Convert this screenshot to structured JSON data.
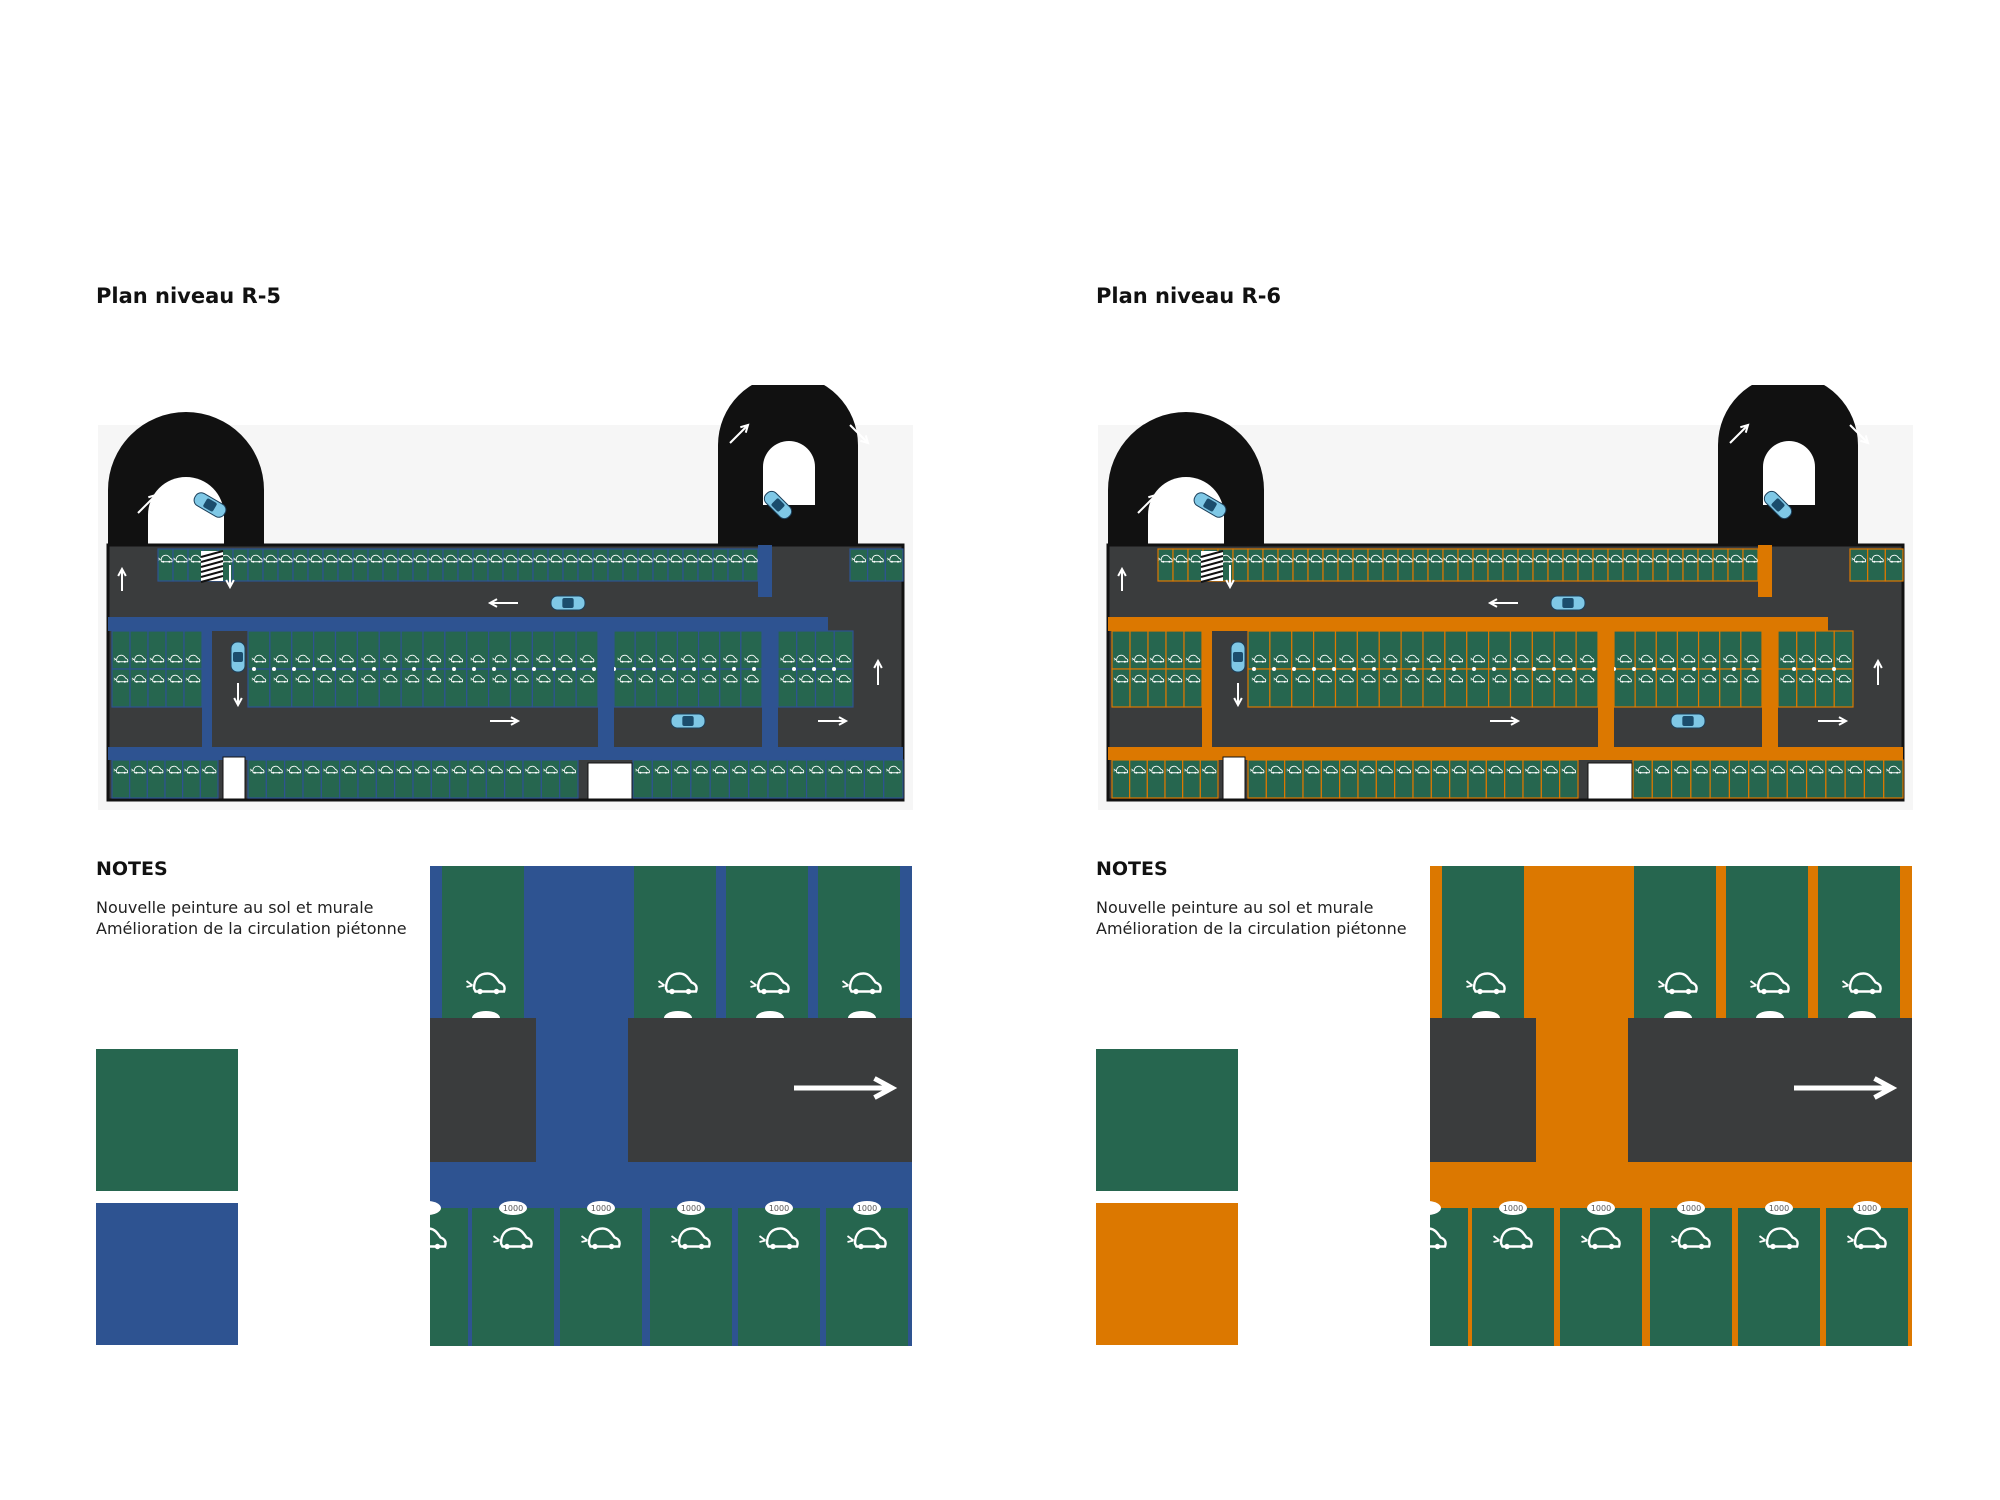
{
  "panels": [
    {
      "title": "Plan niveau R-5",
      "notes_title": "NOTES",
      "notes": [
        "Nouvelle peinture au sol et murale",
        "Amélioration de la circulation piétonne"
      ],
      "colors": {
        "parking": "#26664f",
        "accent": "#2e5391",
        "road": "#3a3c3d",
        "wall": "#111111"
      },
      "spot_label": "1000",
      "legend_swatches": [
        {
          "name": "parking-swatch",
          "color": "#26664f"
        },
        {
          "name": "pedestrian-swatch",
          "color": "#2e5391"
        }
      ]
    },
    {
      "title": "Plan niveau R-6",
      "notes_title": "NOTES",
      "notes": [
        "Nouvelle peinture au sol et murale",
        "Amélioration de la circulation piétonne"
      ],
      "colors": {
        "parking": "#26664f",
        "accent": "#dc7800",
        "road": "#3a3c3d",
        "wall": "#111111"
      },
      "spot_label": "1000",
      "legend_swatches": [
        {
          "name": "parking-swatch",
          "color": "#26664f"
        },
        {
          "name": "pedestrian-swatch",
          "color": "#dc7800"
        }
      ]
    }
  ],
  "icons": {
    "arrow": "arrow-icon",
    "ev": "ev-charging-icon",
    "car": "car-icon"
  }
}
